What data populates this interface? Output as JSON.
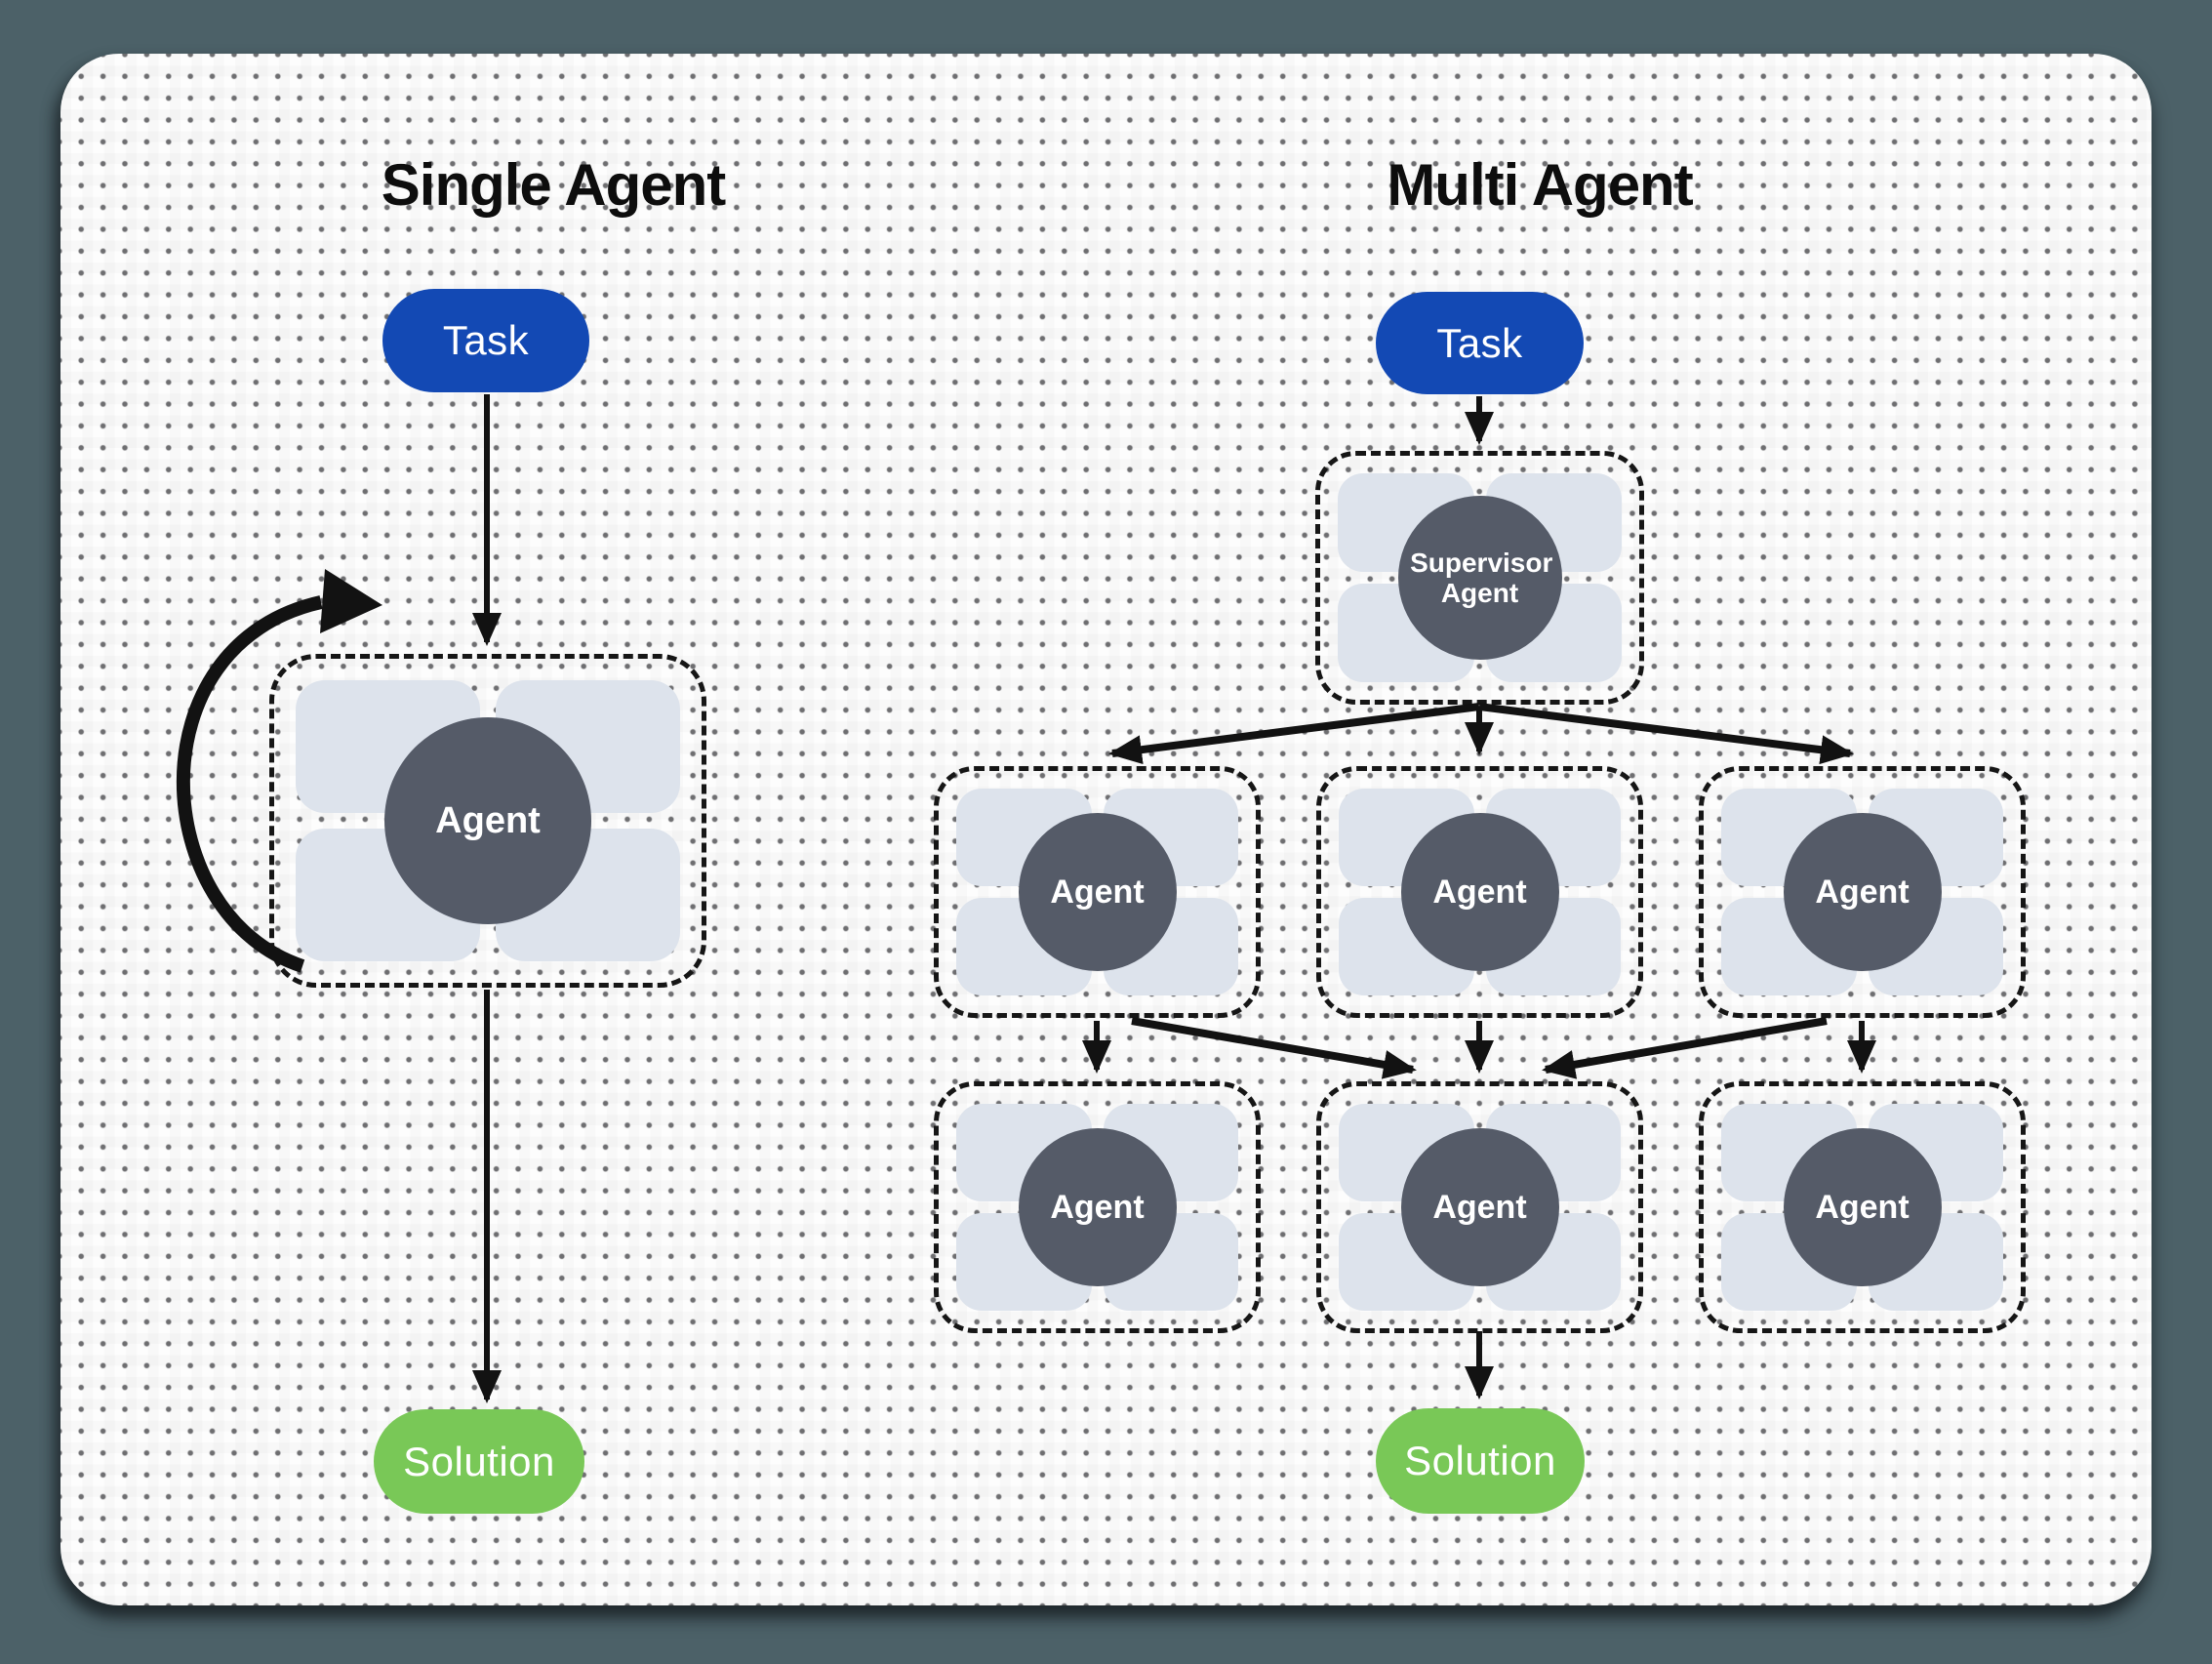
{
  "single": {
    "title": "Single Agent",
    "task": "Task",
    "agent": "Agent",
    "solution": "Solution"
  },
  "multi": {
    "title": "Multi Agent",
    "task": "Task",
    "supervisor": "Supervisor Agent",
    "agents_row1": [
      "Agent",
      "Agent",
      "Agent"
    ],
    "agents_row2": [
      "Agent",
      "Agent",
      "Agent"
    ],
    "solution": "Solution"
  },
  "colors": {
    "outer_background": "#4c6168",
    "card_background": "#fdfdfd",
    "task_pill": "#1349b4",
    "solution_pill": "#79c857",
    "agent_circle": "#555b68",
    "capability_slot": "#dde3ec",
    "line_and_border": "#121212"
  }
}
